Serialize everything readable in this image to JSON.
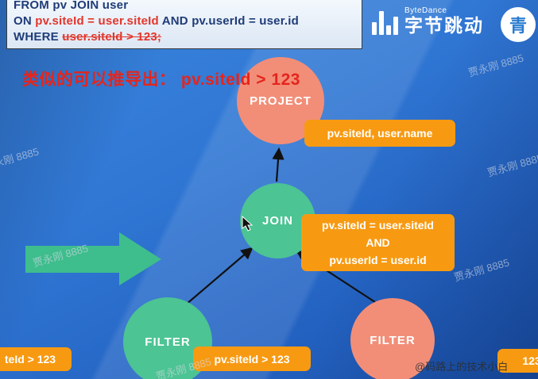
{
  "sql": {
    "line1": "FROM pv JOIN user",
    "line2_on": "ON ",
    "line2_red": "pv.siteId = user.siteId",
    "line2_rest": " AND pv.userId = user.id",
    "line3_where": "WHERE ",
    "line3_red": "user.siteId > 123;"
  },
  "logos": {
    "bytedance_en": "ByteDance",
    "bytedance_cn": "字节跳动",
    "right_logo_glyph": "青"
  },
  "heading": {
    "text": "类似的可以推导出： pv.siteId > 123"
  },
  "diagram": {
    "project": {
      "label": "PROJECT",
      "annotation": "pv.siteId, user.name"
    },
    "join": {
      "label": "JOIN",
      "annotation_lines": [
        "pv.siteId = user.siteId",
        "AND",
        "pv.userId = user.id"
      ]
    },
    "filter_left": {
      "label": "FILTER",
      "annotation": "pv.siteId > 123"
    },
    "filter_right": {
      "label": "FILTER",
      "annotation": "123"
    },
    "clipped_left_annotation": "teId > 123"
  },
  "watermark": {
    "text": "贾永刚 8885",
    "credit": "@码路上的技术小白"
  },
  "colors": {
    "node_green": "#4CC493",
    "node_salmon": "#F28E78",
    "label_orange": "#F79A12",
    "sql_navy": "#1F3C78",
    "sql_red": "#E3362B",
    "arrow_green": "#3EBD8D",
    "background_blue": "#2E76D4"
  }
}
